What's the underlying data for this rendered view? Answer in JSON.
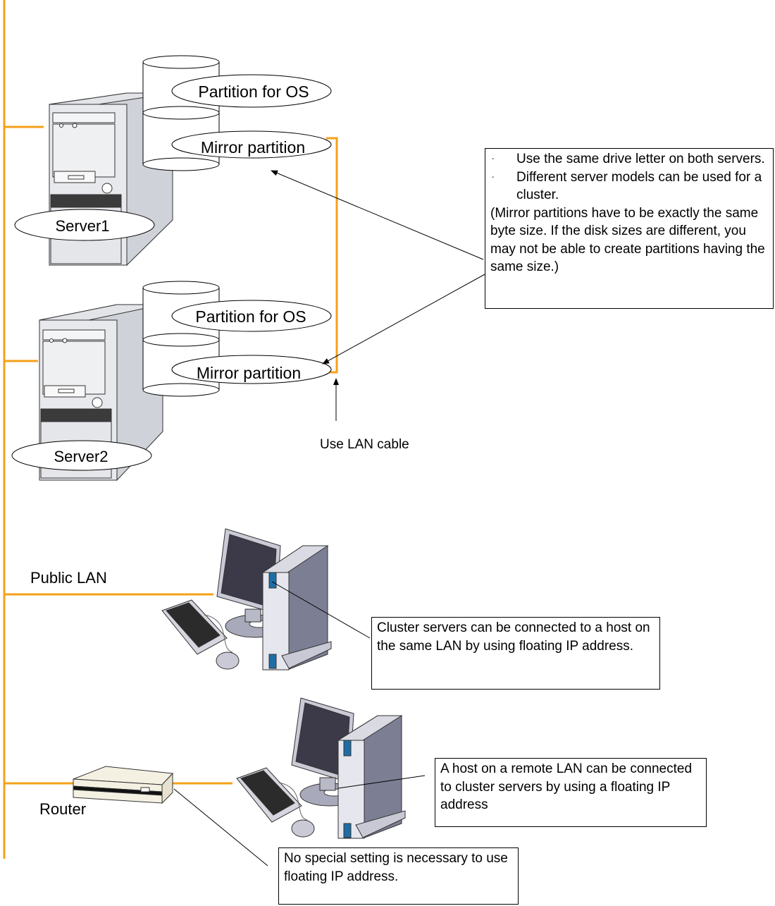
{
  "colors": {
    "network_line": "#f5a01a",
    "outline": "#000000",
    "server_body": "#e8e9ec",
    "server_side": "#cfd2d8",
    "monitor_screen": "#3c3a48",
    "pc_blue": "#1e6ea6",
    "router_body": "#f4f1e2"
  },
  "servers": [
    {
      "name": "Server1",
      "partitions": {
        "os": "Partition for OS",
        "mirror": "Mirror partition"
      }
    },
    {
      "name": "Server2",
      "partitions": {
        "os": "Partition for OS",
        "mirror": "Mirror partition"
      }
    }
  ],
  "interconnect": {
    "label": "Use LAN cable"
  },
  "network": {
    "public_lan_label": "Public LAN",
    "router_label": "Router"
  },
  "notes": {
    "mirror_requirements": {
      "bullets": [
        "Use the same drive letter on both servers.",
        "Different server models can be used for a cluster."
      ],
      "paragraph": "(Mirror partitions have to be exactly the same byte size. If the disk sizes are different, you may not be able to create partitions having the same size.)",
      "bullet_glyph": "-"
    },
    "same_lan_host": "Cluster servers can be connected to a host on the same LAN by using floating IP address.",
    "remote_lan_host": "A host on a remote LAN can be connected to cluster servers by using a floating IP address",
    "router_setting": "No special setting is necessary to use floating IP address."
  }
}
